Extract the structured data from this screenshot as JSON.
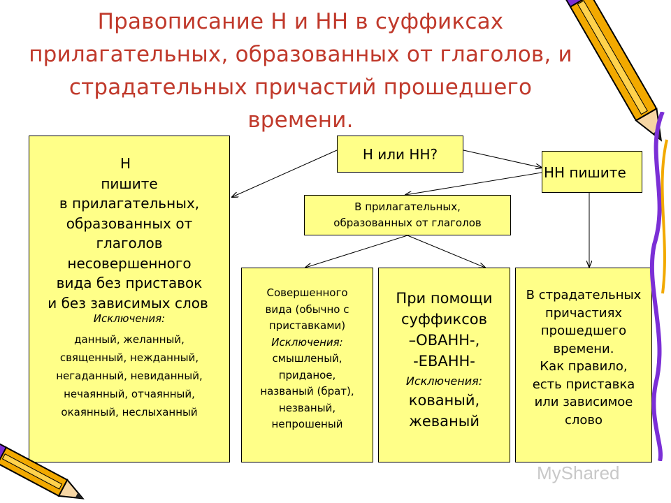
{
  "title": {
    "lines": [
      "Правописание Н и НН в суффиксах",
      "прилагательных, образованных от глаголов, и",
      "страдательных причастий прошедшего",
      "времени."
    ]
  },
  "center_box": {
    "text": "Н или НН?"
  },
  "right_box": {
    "text": "НН пишите"
  },
  "middle_box": {
    "lines": [
      "В прилагательных,",
      "образованных от глаголов"
    ]
  },
  "left_box": {
    "lines": [
      "Н",
      "пишите",
      "в прилагательных,",
      "образованных от",
      "глаголов",
      "несовершенного",
      "вида без приставок",
      "и без зависимых слов"
    ],
    "exceptions_label": "Исключения:",
    "exceptions": [
      "данный, желанный,",
      "священный, нежданный,",
      "негаданный, невиданный,",
      "нечаянный, отчаянный,",
      "окаянный, неслыханный"
    ]
  },
  "box_perfective": {
    "lines": [
      "Совершенного",
      "вида (обычно с",
      "приставками)"
    ],
    "exceptions_label": "Исключения:",
    "exceptions": [
      "смышленый,",
      "приданое,",
      "названый (брат),",
      "незваный,",
      "непрошеный"
    ]
  },
  "box_suffix": {
    "lines": [
      "При помощи",
      "суффиксов",
      "–ОВАНН-,",
      "-ЕВАНН-"
    ],
    "exceptions_label": "Исключения:",
    "exceptions": [
      "кованый,",
      "жеваный"
    ]
  },
  "box_participles": {
    "lines": [
      "В страдательных",
      "причастиях",
      "прошедшего",
      "времени.",
      "Как правило,",
      "есть приставка",
      "или зависимое",
      "слово"
    ]
  },
  "watermark": "MyShared",
  "colors": {
    "title": "#c0392b",
    "box_fill": "#ffff88",
    "pencil_body": "#f2a900",
    "pencil_stripe": "#7b2fd6"
  }
}
